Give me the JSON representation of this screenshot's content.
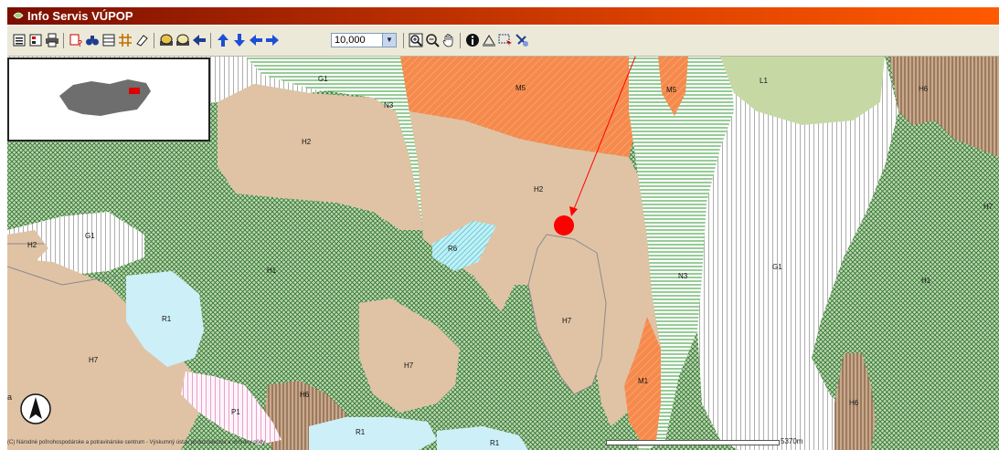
{
  "app": {
    "title": "Info Servis VÚPOP",
    "copyright": "(C) Národné poľnohospodárske a potravinárske centrum - Výskumný ústav pôdoznalectva a ochrany pôdy"
  },
  "toolbar": {
    "scale_value": "10,000"
  },
  "map": {
    "labels": {
      "g1_top": "G1",
      "n3_top": "N3",
      "m5_center": "M5",
      "m5_right": "M5",
      "l1": "L1",
      "h6_topright": "H6",
      "h2_left": "H2",
      "h2_center": "H2",
      "h7_right_edge": "H7",
      "h2_far_left": "H2",
      "g1_left": "G1",
      "r6": "R6",
      "h1_center": "H1",
      "n3_mid": "N3",
      "g1_right": "G1",
      "h1_right": "H1",
      "r1_left": "R1",
      "h7_center": "H7",
      "h7_left": "H7",
      "h7_mid": "H7",
      "m1": "M1",
      "h6_bottom": "H6",
      "p1": "P1",
      "r1_bottom": "R1",
      "r1_bottom2": "R1",
      "h6_bottomright": "H6"
    },
    "side_letter": "a",
    "scale_bar_label": "5370m",
    "colors": {
      "tan": "#e0c3a5",
      "green_hatch": "#2f7a2f",
      "light_blue": "#cdeff7",
      "orange": "#f58a4c",
      "brown": "#a4856b",
      "pink": "#e7a0c8",
      "marker": "#ff0000"
    }
  }
}
